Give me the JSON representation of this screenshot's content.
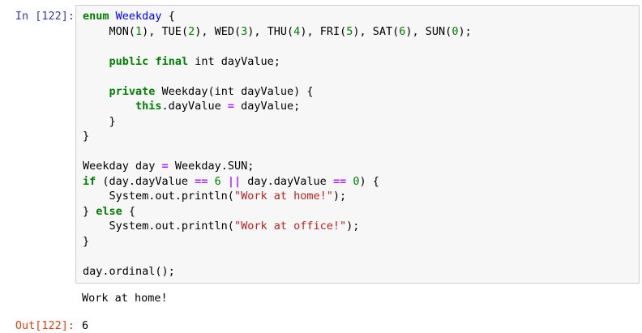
{
  "cell": {
    "in_prompt": "In [122]:",
    "out_prompt": "Out[122]:",
    "stdout": "Work at home!",
    "result": "6"
  },
  "code": {
    "l1": {
      "a": "enum",
      "b": " ",
      "c": "Weekday",
      "d": " {"
    },
    "l2": {
      "a": "    MON(",
      "b": "1",
      "c": "), TUE(",
      "d": "2",
      "e": "), WED(",
      "f": "3",
      "g": "), THU(",
      "h": "4",
      "i": "), FRI(",
      "j": "5",
      "k": "), SAT(",
      "l": "6",
      "m": "), SUN(",
      "n": "0",
      "o": ");"
    },
    "l4": {
      "a": "    ",
      "b": "public",
      "c": " ",
      "d": "final",
      "e": " int dayValue;"
    },
    "l6": {
      "a": "    ",
      "b": "private",
      "c": " Weekday(int dayValue) {"
    },
    "l7": {
      "a": "        ",
      "b": "this",
      "c": ".dayValue ",
      "d": "=",
      "e": " dayValue;"
    },
    "l8": {
      "a": "    }"
    },
    "l9": {
      "a": "}"
    },
    "l11": {
      "a": "Weekday day ",
      "b": "=",
      "c": " Weekday.SUN;"
    },
    "l12": {
      "a": "if",
      "b": " (day.dayValue ",
      "c": "==",
      "d": " ",
      "e": "6",
      "f": " ",
      "g": "||",
      "h": " day.dayValue ",
      "i": "==",
      "j": " ",
      "k": "0",
      "l": ") {"
    },
    "l13": {
      "a": "    System.out.println(",
      "b": "\"Work at home!\"",
      "c": ");"
    },
    "l14": {
      "a": "} ",
      "b": "else",
      "c": " {"
    },
    "l15": {
      "a": "    System.out.println(",
      "b": "\"Work at office!\"",
      "c": ");"
    },
    "l16": {
      "a": "}"
    },
    "l18": {
      "a": "day.ordinal();"
    }
  }
}
